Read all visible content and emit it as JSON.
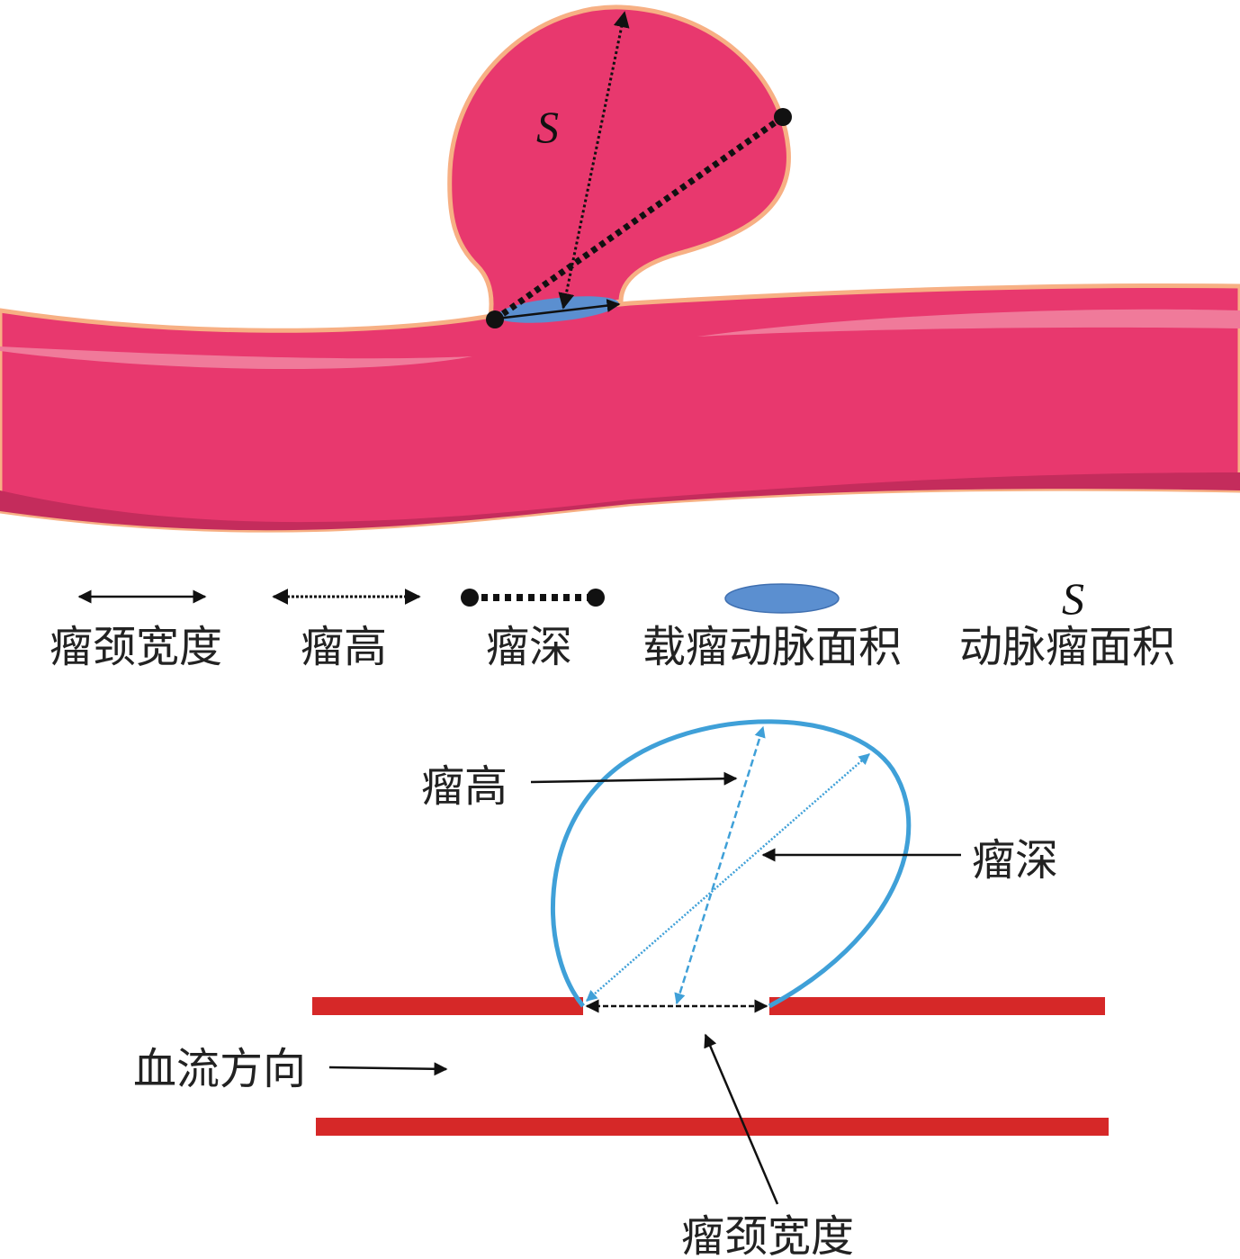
{
  "top_diagram": {
    "aneurysm_label": "S",
    "colors": {
      "vessel": "#e8386e",
      "wall": "#f7b084",
      "neck_area": "#5b8fd0",
      "highlight": "#f07a9a"
    }
  },
  "legend": [
    {
      "symbol": "solid-double-arrow",
      "label": "瘤颈宽度"
    },
    {
      "symbol": "dotted-double-arrow",
      "label": "瘤高"
    },
    {
      "symbol": "thick-dotted-dot-line",
      "label": "瘤深"
    },
    {
      "symbol": "blue-ellipse",
      "label": "载瘤动脉面积"
    },
    {
      "symbol": "S",
      "label": "动脉瘤面积"
    }
  ],
  "bottom_diagram": {
    "height_label": "瘤高",
    "depth_label": "瘤深",
    "flow_label": "血流方向",
    "neck_label": "瘤颈宽度",
    "colors": {
      "aneurysm": "#3fa0d8",
      "vessel_wall": "#d62828"
    }
  }
}
